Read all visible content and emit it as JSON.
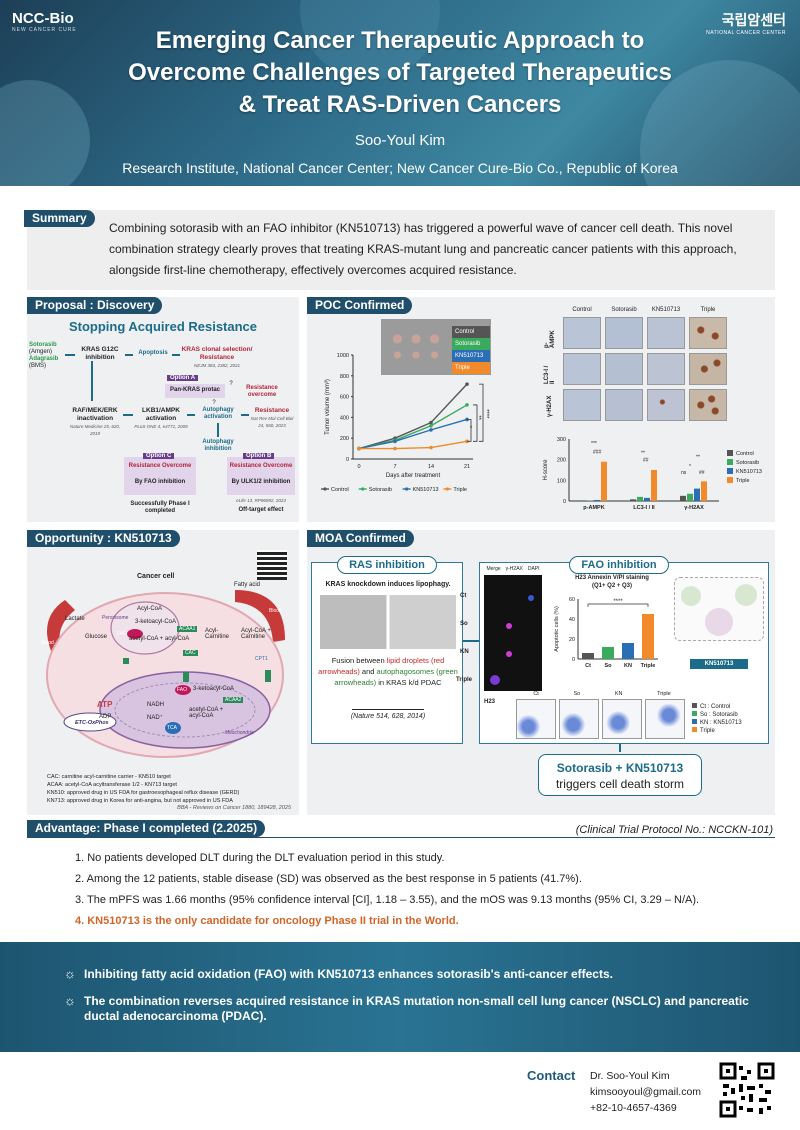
{
  "header": {
    "logo_left": "NCC-Bio",
    "logo_left_sub": "NEW CANCER CURE",
    "logo_right_kr": "국립암센터",
    "logo_right_en": "NATIONAL CANCER CENTER",
    "title_lines": [
      "Emerging Cancer Therapeutic Approach to",
      "Overcome Challenges of Targeted Therapeutics",
      "& Treat RAS-Driven Cancers"
    ],
    "author": "Soo-Youl Kim",
    "affiliation": "Research Institute, National Cancer Center; New Cancer Cure-Bio Co., Republic of Korea"
  },
  "summary": {
    "label": "Summary",
    "text": "Combining sotorasib with an FAO inhibitor (KN510713) has triggered a powerful wave of cancer cell death. This novel combination strategy clearly proves that treating KRAS-mutant lung and pancreatic cancer patients with this approach, alongside first-line chemotherapy, effectively overcomes acquired resistance."
  },
  "proposal": {
    "label": "Proposal : Discovery",
    "title": "Stopping Acquired Resistance",
    "drugs": [
      "Sotorasib",
      "(Amgen)",
      "Adagrasib",
      "(BMS)"
    ],
    "kras": "KRAS G12C inhibition",
    "apoptosis": "Apoptosis",
    "clonal": "KRAS clonal selection/ Resistance",
    "clonal_cite": "NEJM 384, 2382, 2021",
    "option_a": "Option A",
    "pan_kras": "Pan-KRAS protac",
    "q1": "?",
    "q2": "?",
    "resist_over": "Resistance overcome",
    "raf": "RAF/MEK/ERK inactivation",
    "raf_cite": "Nature Medicine 25, 620, 2019",
    "lkb": "LKB1/AMPK activation",
    "lkb_cite": "PLoS ONE 4, e4771, 2009",
    "auto_act": "Autophagy activation",
    "resistance": "Resistance",
    "res_cite": "Nat Rev Mol Cell Biol 24, 560, 2023",
    "auto_inh": "Autophagy inhibition",
    "option_c": "Option C",
    "option_b": "Option B",
    "res_over_c": "Resistance Overcome",
    "by_fao": "By FAO inhibition",
    "res_over_b": "Resistance Overcome",
    "by_ulk": "By ULK1/2 inhibition",
    "ulk_cite": "eLife 13, RP96992, 2024",
    "success": "Successfully Phase I completed",
    "offtarget": "Off-target effect"
  },
  "poc": {
    "label": "POC Confirmed",
    "legend": [
      "Control",
      "Sotorasib",
      "KN510713",
      "Triple"
    ],
    "ihc_cols": [
      "Control",
      "Sotorasib",
      "KN510713",
      "Triple"
    ],
    "ihc_rows": [
      "p-AMPK",
      "LC3-I / II",
      "γ-H2AX"
    ]
  },
  "chart_data": [
    {
      "type": "line",
      "title": "",
      "xlabel": "Days after treatment",
      "ylabel": "Tumor volume (mm³)",
      "x": [
        0,
        7,
        14,
        21
      ],
      "ylim": [
        0,
        1000
      ],
      "yticks": [
        0,
        200,
        400,
        600,
        800,
        1000
      ],
      "series": [
        {
          "name": "Control",
          "values": [
            100,
            200,
            350,
            720
          ],
          "color": "#555555"
        },
        {
          "name": "Sotorasib",
          "values": [
            100,
            180,
            320,
            520
          ],
          "color": "#3aaa5c"
        },
        {
          "name": "KN510713",
          "values": [
            100,
            170,
            280,
            380
          ],
          "color": "#2a6fb5"
        },
        {
          "name": "Triple",
          "values": [
            100,
            100,
            110,
            170
          ],
          "color": "#f08a2a"
        }
      ],
      "annotations": [
        "*",
        "**",
        "****"
      ],
      "legend_position": "bottom"
    },
    {
      "type": "bar",
      "title": "",
      "ylabel": "H-score",
      "categories": [
        "p-AMPK",
        "LC3-I / II",
        "γ-H2AX"
      ],
      "ylim": [
        0,
        300
      ],
      "yticks": [
        0,
        100,
        200,
        300
      ],
      "series": [
        {
          "name": "Control",
          "values": [
            3,
            8,
            25
          ],
          "color": "#555555"
        },
        {
          "name": "Sotorasib",
          "values": [
            2,
            20,
            35
          ],
          "color": "#3aaa5c"
        },
        {
          "name": "KN510713",
          "values": [
            5,
            15,
            60
          ],
          "color": "#2a6fb5"
        },
        {
          "name": "Triple",
          "values": [
            190,
            150,
            95
          ],
          "color": "#f08a2a"
        }
      ],
      "annotations": [
        "***",
        "###",
        "**",
        "##",
        "ns",
        "*",
        "##",
        "**"
      ],
      "legend_position": "right"
    },
    {
      "type": "bar",
      "title": "H23 Annexin V/PI staining (Q1+ Q2 + Q3)",
      "ylabel": "Apoptotic cells (%)",
      "categories": [
        "Ct",
        "So",
        "KN",
        "Triple"
      ],
      "ylim": [
        0,
        60
      ],
      "yticks": [
        0,
        20,
        40,
        60
      ],
      "values": [
        6,
        12,
        16,
        45
      ],
      "colors": [
        "#555555",
        "#3aaa5c",
        "#2a6fb5",
        "#f08a2a"
      ],
      "annotations": [
        "****"
      ]
    }
  ],
  "opportunity": {
    "label": "Opportunity : KN510713",
    "cancer_cell": "Cancer cell",
    "fatty_acid": "Fatty acid",
    "lactate": "Lactate",
    "glucose": "Glucose",
    "blood1": "Blood",
    "blood2": "Blood",
    "acyl_coa": "Acyl-CoA",
    "acaa1": "ACAA1",
    "ketoacyl": "3-ketoacyl-CoA",
    "acetyl": "acetyl-CoA + acyl-CoA",
    "acyl_carn": "Acyl-Carnitine",
    "acyl_carn2": "Acyl-CoA + Carnitine",
    "cpt1": "CPT1",
    "fao1": "FAO",
    "fao2": "FAO",
    "cac": "CAC",
    "ketoacyl2": "3-ketoacyl-CoA",
    "acaa2": "ACAA2",
    "acetyl2": "acetyl-CoA + acyl-CoA",
    "tca": "TCA",
    "nadh": "NADH",
    "nad": "NAD⁺",
    "atp": "ATP",
    "adp": "ADP",
    "etc": "ETC-OxPhos",
    "mito": "Mitochondria",
    "peroxisome": "Peroxisome",
    "notes": [
      "CAC: carnitine acyl-carnitine carrier - KN510 target",
      "ACAA: acetyl-CoA acyltransferase 1/2 - KN713 target",
      "KN510: approved drug in US FDA for gastroesophageal reflux disease (GERD)",
      "KN713: approved drug in Korea for anti-angina, but not approved in US FDA"
    ],
    "cite": "BBA - Reviews on Cancer 1880, 189428, 2025"
  },
  "moa": {
    "label": "MOA Confirmed",
    "ras_title": "RAS inhibition",
    "ras_sub": "KRAS knockdown induces lipophagy.",
    "ras_desc1": "Fusion between ",
    "ras_desc_red": "lipid droplets (red arrowheads)",
    "ras_desc2": " and ",
    "ras_desc_green": "autophagosomes (green arrowheads)",
    "ras_desc3": " in KRAS k/d PDAC",
    "ras_cite": "(Nature 514, 628, 2014)",
    "if_cols": [
      "Merge",
      "γ-H2AX",
      "DAPI"
    ],
    "if_rows": [
      "Ct",
      "So",
      "KN",
      "Triple"
    ],
    "fao_title": "FAO inhibition",
    "h23": "H23",
    "flow_cols": [
      "Ct",
      "So",
      "KN",
      "Triple"
    ],
    "kn_badge": "KN510713",
    "legend": [
      "Ct : Control",
      "So : Sotorasib",
      "KN : KN510713",
      "Triple"
    ],
    "result_line1": "Sotorasib + KN510713",
    "result_line2": "triggers cell death storm"
  },
  "advantage": {
    "label": "Advantage: Phase I completed (2.2025)",
    "clinical": "(Clinical Trial Protocol No.: NCCKN-101)",
    "items": [
      "1. No patients developed DLT during the DLT evaluation period in this study.",
      "2. Among the 12 patients, stable disease (SD) was observed as the best response in 5 patients (41.7%).",
      "3. The mPFS was 1.66 months (95% confidence interval [CI], 1.18 – 3.55), and the mOS was 9.13 months (95% CI, 3.29 – N/A).",
      "4. KN510713 is the only candidate for oncology Phase II trial in the World."
    ]
  },
  "banner": {
    "b1": "Inhibiting fatty acid oxidation (FAO) with KN510713 enhances sotorasib's anti-cancer effects.",
    "b2": "The combination reverses acquired resistance in KRAS mutation non-small cell lung cancer (NSCLC) and pancreatic ductal adenocarcinoma (PDAC)."
  },
  "contact": {
    "label": "Contact",
    "name": "Dr. Soo-Youl Kim",
    "email": "kimsooyoul@gmail.com",
    "phone": "+82-10-4657-4369"
  },
  "colors": {
    "navy": "#1f4f6b",
    "teal": "#1c6b8a",
    "orange": "#d0652a",
    "control": "#555555",
    "sotorasib": "#3aaa5c",
    "kn510713": "#2a6fb5",
    "triple": "#f08a2a"
  }
}
